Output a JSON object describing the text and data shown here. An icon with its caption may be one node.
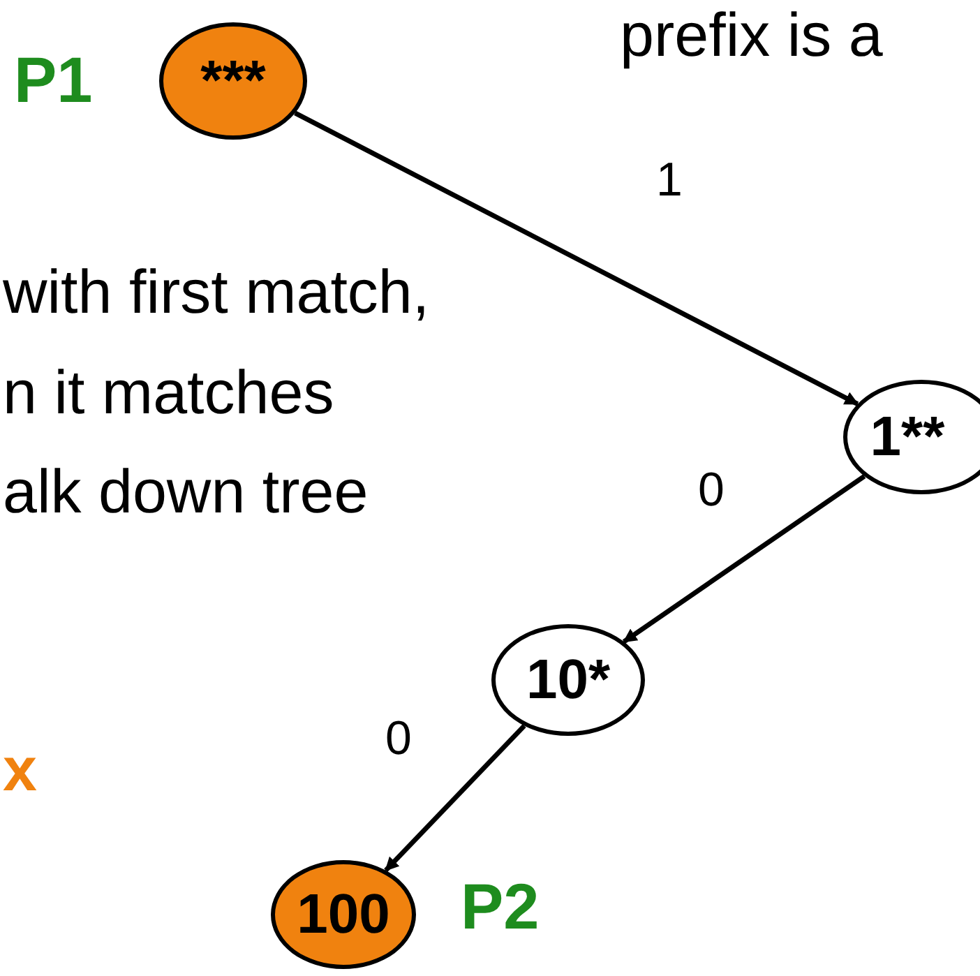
{
  "diagram": {
    "nodes": [
      {
        "text": [
          "***"
        ],
        "beside": [
          "P1"
        ]
      },
      {
        "text": [
          "1**"
        ]
      },
      {
        "text": [
          "10*"
        ]
      },
      {
        "text": [
          "100"
        ],
        "beside": [
          "P2"
        ]
      }
    ],
    "edges": [
      {
        "from": 0,
        "to": 1,
        "arrow": "to",
        "label": "1"
      },
      {
        "from": 1,
        "to": 2,
        "arrow": "to",
        "label": "0"
      },
      {
        "from": 2,
        "to": 3,
        "arrow": "to",
        "label": "0"
      }
    ],
    "labels": [
      "prefix is a",
      "with first match,",
      "n it matches",
      "alk down tree",
      "x"
    ]
  }
}
